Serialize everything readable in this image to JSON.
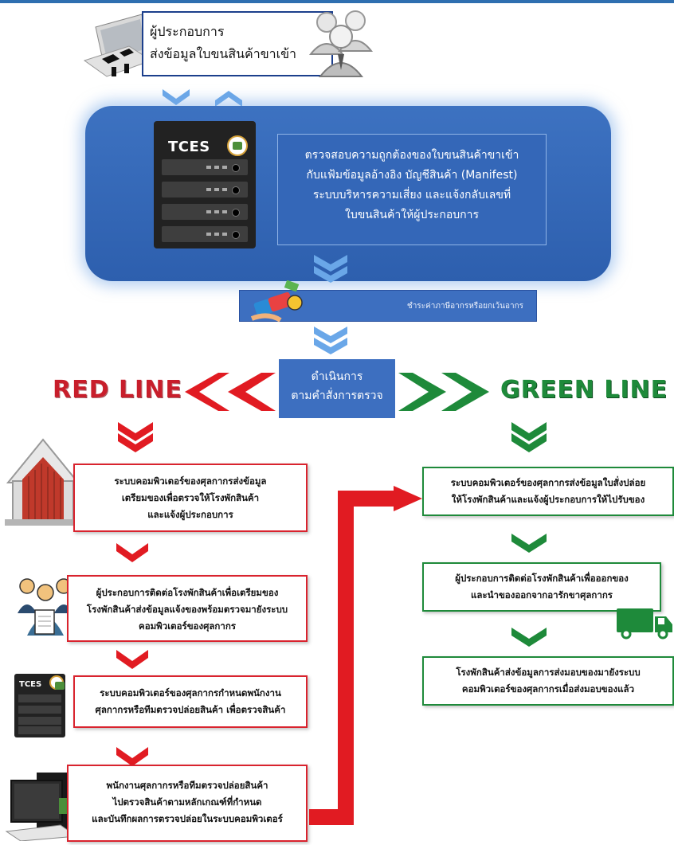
{
  "colors": {
    "red": "#e11b22",
    "green": "#1e8a3a",
    "blue_panel": "#3467b8",
    "light_blue_chevron": "#6aa7e8"
  },
  "top_box": {
    "lines": [
      "ผู้ประกอบการ",
      "ส่งข้อมูลใบขนสินค้าขาเข้า"
    ]
  },
  "tces": {
    "server_label": "TCES",
    "description": [
      "ตรวจสอบความถูกต้องของใบขนสินค้าขาเข้า",
      "กับแฟ้มข้อมูลอ้างอิง บัญชีสินค้า (Manifest)",
      "ระบบบริหารความเสี่ยง และแจ้งกลับเลขที่",
      "ใบขนสินค้าให้ผู้ประกอบการ"
    ]
  },
  "payment": {
    "label": "ชำระค่าภาษีอากรหรือยกเว้นอากร"
  },
  "decision": {
    "lines": [
      "ดำเนินการ",
      "ตามคำสั่งการตรวจ"
    ]
  },
  "red_line": {
    "title": "RED LINE",
    "steps": [
      {
        "lines": [
          "ระบบคอมพิวเตอร์ของศุลกากรส่งข้อมูล",
          "เตรียมของเพื่อตรวจให้โรงพักสินค้า",
          "และแจ้งผู้ประกอบการ"
        ]
      },
      {
        "lines": [
          "ผู้ประกอบการติดต่อโรงพักสินค้าเพื่อเตรียมของ",
          "โรงพักสินค้าส่งข้อมูลแจ้งของพร้อมตรวจมายังระบบ",
          "คอมพิวเตอร์ของศุลกากร"
        ]
      },
      {
        "lines": [
          "ระบบคอมพิวเตอร์ของศุลกากรกำหนดพนักงาน",
          "ศุลกากรหรือทีมตรวจปล่อยสินค้า เพื่อตรวจสินค้า"
        ]
      },
      {
        "lines": [
          "พนักงานศุลกากรหรือทีมตรวจปล่อยสินค้า",
          "ไปตรวจสินค้าตามหลักเกณฑ์ที่กำหนด",
          "และบันทึกผลการตรวจปล่อยในระบบคอมพิวเตอร์"
        ]
      }
    ],
    "small_server_label": "TCES"
  },
  "green_line": {
    "title": "GREEN LINE",
    "steps": [
      {
        "lines": [
          "ระบบคอมพิวเตอร์ของศุลกากรส่งข้อมูลใบสั่งปล่อย",
          "ให้โรงพักสินค้าและแจ้งผู้ประกอบการให้ไปรับของ"
        ]
      },
      {
        "lines": [
          "ผู้ประกอบการติดต่อโรงพักสินค้าเพื่อออกของ",
          "และนำของออกจากอารักขาศุลกากร"
        ]
      },
      {
        "lines": [
          "โรงพักสินค้าส่งข้อมูลการส่งมอบของมายังระบบ",
          "คอมพิวเตอร์ของศุลกากรเมื่อส่งมอบของแล้ว"
        ]
      }
    ]
  },
  "icons": [
    "laptop-typing-icon",
    "business-people-icon",
    "server-icon",
    "payment-icon",
    "warehouse-icon",
    "workers-icon",
    "computer-icon",
    "truck-icon"
  ]
}
